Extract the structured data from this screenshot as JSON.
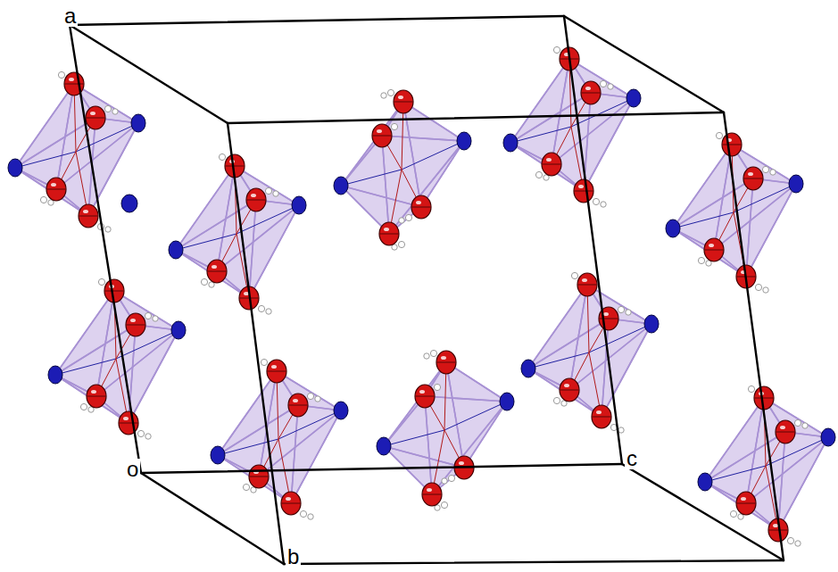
{
  "diagram": {
    "labels": [
      "a",
      "o",
      "b",
      "c"
    ]
  }
}
